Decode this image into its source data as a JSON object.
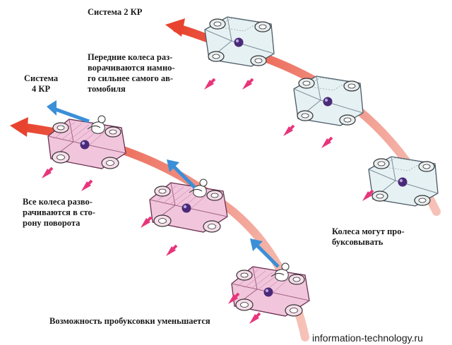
{
  "labels": {
    "system2_title": "Система 2  КР",
    "system4_title": [
      "Система",
      "4  КР"
    ],
    "front_wheels_note": [
      "Передние колеса раз-",
      "ворачиваются намно-",
      "го сильнее самого ав-",
      "томобиля"
    ],
    "all_wheels_note": [
      "Все колеса разво-",
      "рачиваются в сто-",
      "рону поворота"
    ],
    "slip_note": [
      "Колеса могут про-",
      "буксовывать"
    ],
    "slip_reduced_note": "Возможность пробуксовки уменьшается"
  },
  "watermark": "information-technology.ru",
  "colors": {
    "path_red": "#e8432e",
    "slip_arrow": "#e8357a",
    "wheel_direction_arrow": "#3a8fd8",
    "car_2ws_fill": "#e6f1f4",
    "car_4ws_fill": "#f1c6dc",
    "center_dot": "#4a2a78"
  },
  "icons": [
    "car-2ws-icon",
    "car-4ws-icon",
    "driver-icon",
    "slip-arrow-icon",
    "direction-arrow-icon"
  ]
}
